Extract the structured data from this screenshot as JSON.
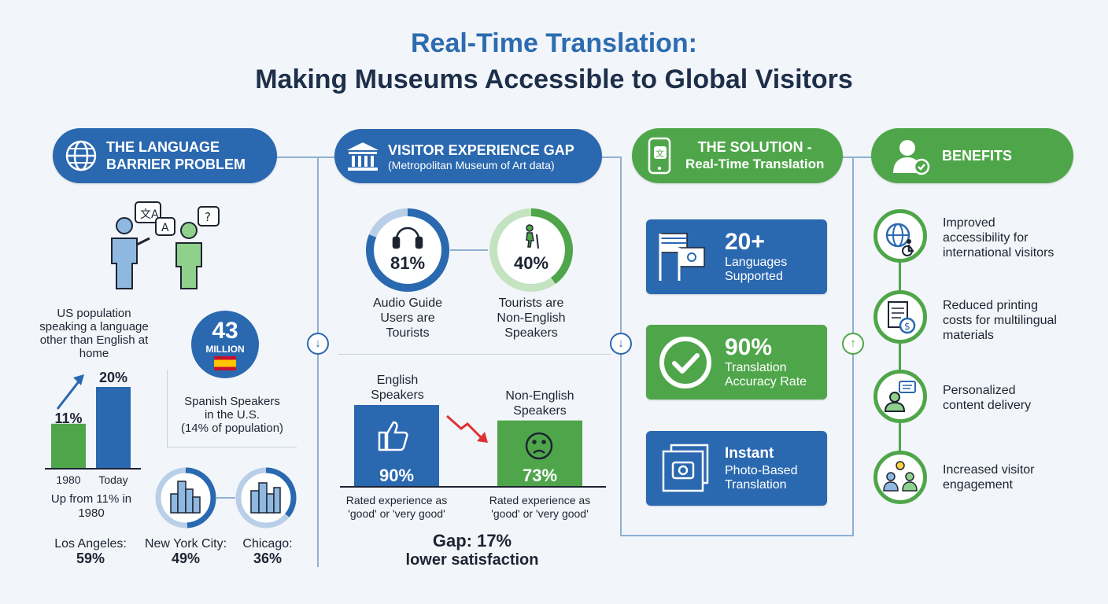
{
  "title": {
    "line1": "Real-Time Translation:",
    "line2": "Making Museums Accessible to Global Visitors"
  },
  "colors": {
    "blue": "#2a68b0",
    "green": "#4fa64a",
    "navy": "#1e2f4a"
  },
  "sections": {
    "language_barrier": {
      "heading_line1": "THE LANGUAGE",
      "heading_line2": "BARRIER PROBLEM",
      "icon": "globe-icon",
      "us_population_label": "US population speaking a language other than English at home",
      "bars": [
        {
          "label": "1980",
          "value": 11,
          "display": "11%"
        },
        {
          "label": "Today",
          "value": 20,
          "display": "20%"
        }
      ],
      "bar_note": "Up from 11% in 1980",
      "spanish_big": "43",
      "spanish_unit": "MILLION",
      "spanish_caption_line1": "Spanish Speakers",
      "spanish_caption_line2": "in the U.S.",
      "spanish_caption_line3": "(14% of population)",
      "cities": [
        {
          "name": "Los Angeles:",
          "value": "59%"
        },
        {
          "name": "New York City:",
          "value": "49%"
        },
        {
          "name": "Chicago:",
          "value": "36%"
        }
      ]
    },
    "visitor_gap": {
      "heading": "VISITOR EXPERIENCE GAP",
      "subheading": "(Metropolitan Museum of Art data)",
      "icon": "museum-icon",
      "donuts": [
        {
          "value": 81,
          "display": "81%",
          "icon": "headphones-icon",
          "label_line1": "Audio Guide",
          "label_line2": "Users are",
          "label_line3": "Tourists",
          "color": "#2a68b0"
        },
        {
          "value": 40,
          "display": "40%",
          "icon": "hiker-icon",
          "label_line1": "Tourists are",
          "label_line2": "Non-English",
          "label_line3": "Speakers",
          "color": "#4fa64a"
        }
      ],
      "comparison": [
        {
          "label_line1": "English",
          "label_line2": "Speakers",
          "value": 90,
          "display": "90%",
          "caption_line1": "Rated experience as",
          "caption_line2": "'good' or 'very good'",
          "icon": "thumbs-up-icon"
        },
        {
          "label_line1": "Non-English",
          "label_line2": "Speakers",
          "value": 73,
          "display": "73%",
          "caption_line1": "Rated experience as",
          "caption_line2": "'good' or 'very good'",
          "icon": "sad-face-icon"
        }
      ],
      "gap_line1": "Gap: 17%",
      "gap_line2": "lower satisfaction"
    },
    "solution": {
      "heading_line1": "THE SOLUTION -",
      "heading_line2": "Real-Time Translation",
      "icon": "phone-translate-icon",
      "cards": [
        {
          "big": "20+",
          "line1": "Languages",
          "line2": "Supported",
          "icon": "flags-icon",
          "color": "blue"
        },
        {
          "big": "90%",
          "line1": "Translation",
          "line2": "Accuracy Rate",
          "icon": "checkmark-icon",
          "color": "green"
        },
        {
          "big": "Instant",
          "line1": "Photo-Based",
          "line2": "Translation",
          "icon": "photo-icon",
          "color": "blue"
        }
      ]
    },
    "benefits": {
      "heading": "BENEFITS",
      "icon": "person-check-icon",
      "items": [
        {
          "line1": "Improved",
          "line2": "accessibility for",
          "line3": "international visitors",
          "icon": "globe-accessibility-icon"
        },
        {
          "line1": "Reduced printing",
          "line2": "costs for multilingual",
          "line3": "materials",
          "icon": "document-cost-icon"
        },
        {
          "line1": "Personalized",
          "line2": "content delivery",
          "line3": "",
          "icon": "user-message-icon"
        },
        {
          "line1": "Increased visitor",
          "line2": "engagement",
          "line3": "",
          "icon": "engagement-icon"
        }
      ]
    }
  }
}
